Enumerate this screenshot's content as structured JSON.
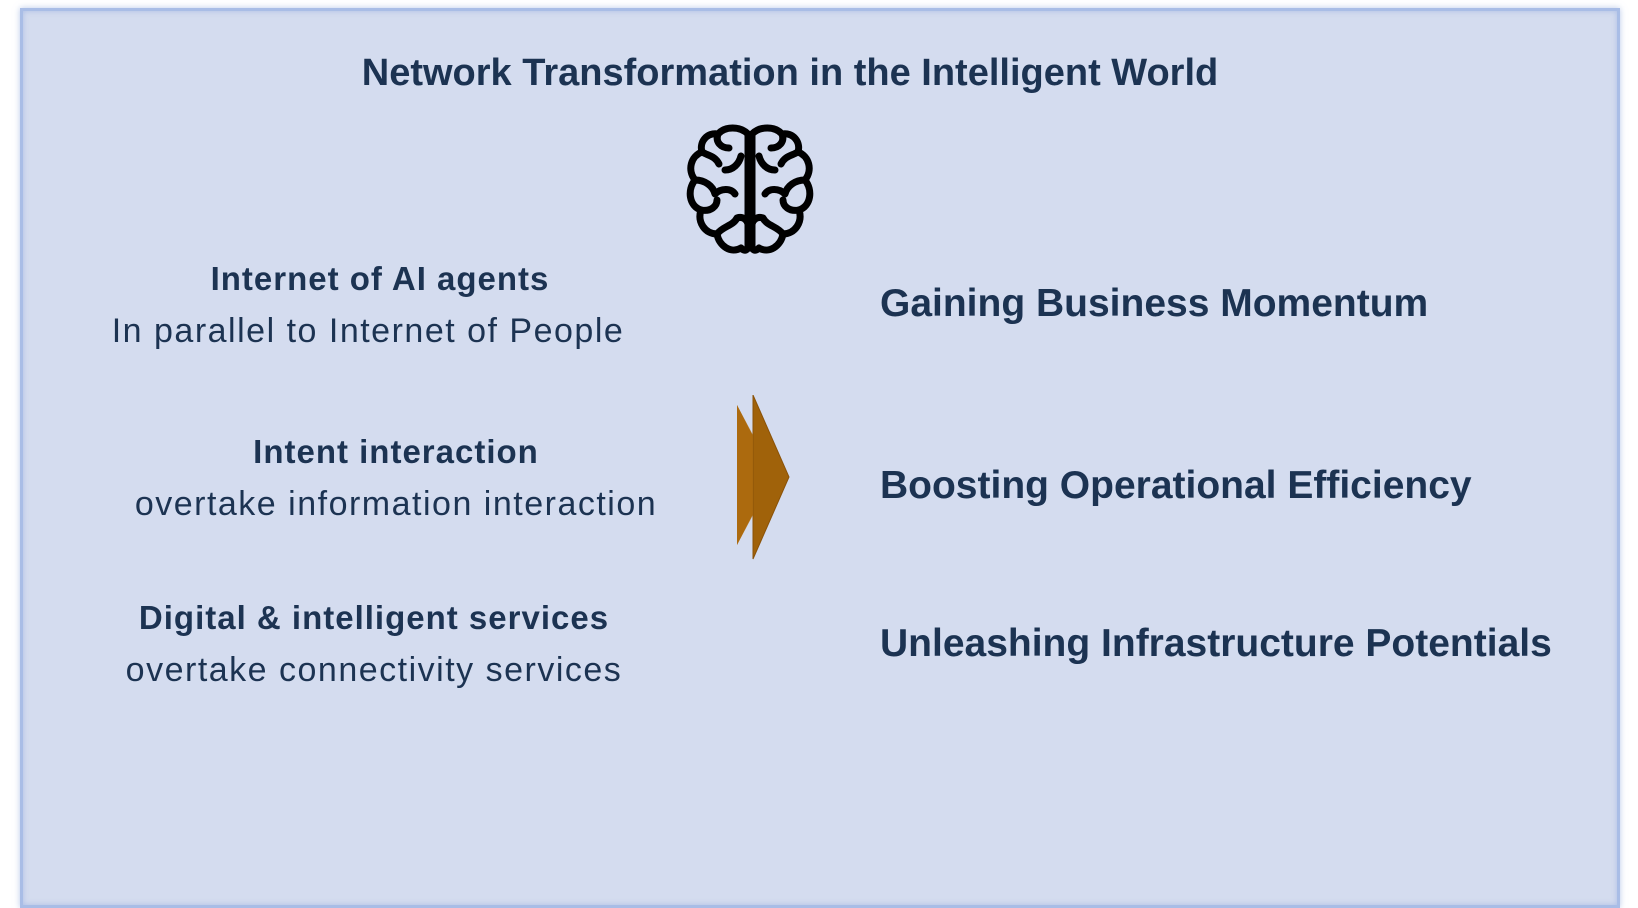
{
  "title": "Network Transformation in the Intelligent World",
  "left_items": [
    {
      "heading": "Internet of AI agents",
      "subtext": "In parallel to Internet of People"
    },
    {
      "heading": "Intent interaction",
      "subtext": "overtake information interaction"
    },
    {
      "heading": "Digital & intelligent services",
      "subtext": "overtake connectivity services"
    }
  ],
  "right_items": [
    "Gaining Business Momentum",
    "Boosting Operational Efficiency",
    "Unleashing Infrastructure Potentials"
  ],
  "icons": {
    "top": "brain-icon",
    "middle": "double-chevron-right-icon"
  },
  "colors": {
    "panel_background": "#d4dcef",
    "panel_border": "#a9bde6",
    "text": "#1c3352",
    "chevron": "#a0620a"
  }
}
